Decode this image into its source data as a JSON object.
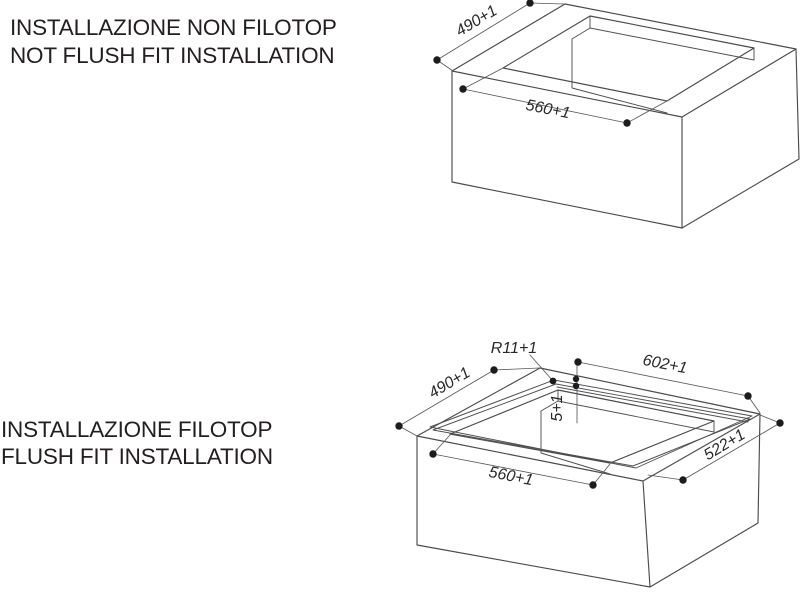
{
  "colors": {
    "background": "#ffffff",
    "drawing_line": "#4b4b4d",
    "dimension_line": "#57585b",
    "text": "#231f20"
  },
  "sections": {
    "top": {
      "title_line1": "INSTALLAZIONE NON FILOTOP",
      "title_line2": "NOT FLUSH FIT INSTALLATION",
      "dimensions": {
        "depth": "490+1",
        "width": "560+1"
      }
    },
    "bottom": {
      "title_line1": "INSTALLAZIONE FILOTOP",
      "title_line2": "FLUSH FIT INSTALLATION",
      "dimensions": {
        "depth": "490+1",
        "width": "560+1",
        "outer_width": "602+1",
        "outer_depth": "522+1",
        "step_depth": "5+1",
        "corner_radius": "R11+1"
      }
    }
  }
}
